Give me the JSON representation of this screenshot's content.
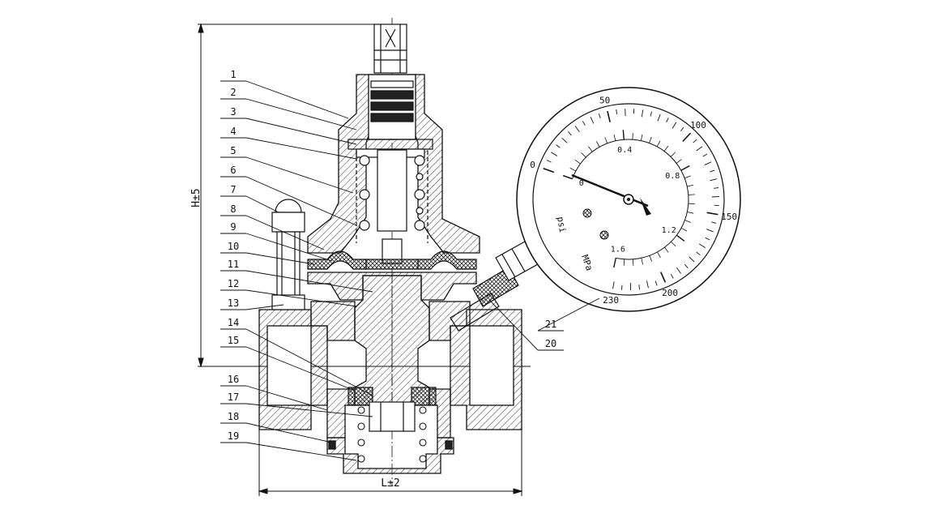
{
  "part_numbers": [
    "1",
    "2",
    "3",
    "4",
    "5",
    "6",
    "7",
    "8",
    "9",
    "10",
    "11",
    "12",
    "13",
    "14",
    "15",
    "16",
    "17",
    "18",
    "19",
    "20",
    "21"
  ],
  "dimensions": {
    "height": "H±5",
    "length": "L±2"
  },
  "gauge": {
    "psi_ticks": [
      "0",
      "50",
      "100",
      "150",
      "200",
      "230"
    ],
    "mpa_ticks": [
      "0",
      "0.4",
      "0.8",
      "1.2",
      "1.6"
    ],
    "psi_unit": "psi",
    "mpa_unit": "MPa"
  }
}
